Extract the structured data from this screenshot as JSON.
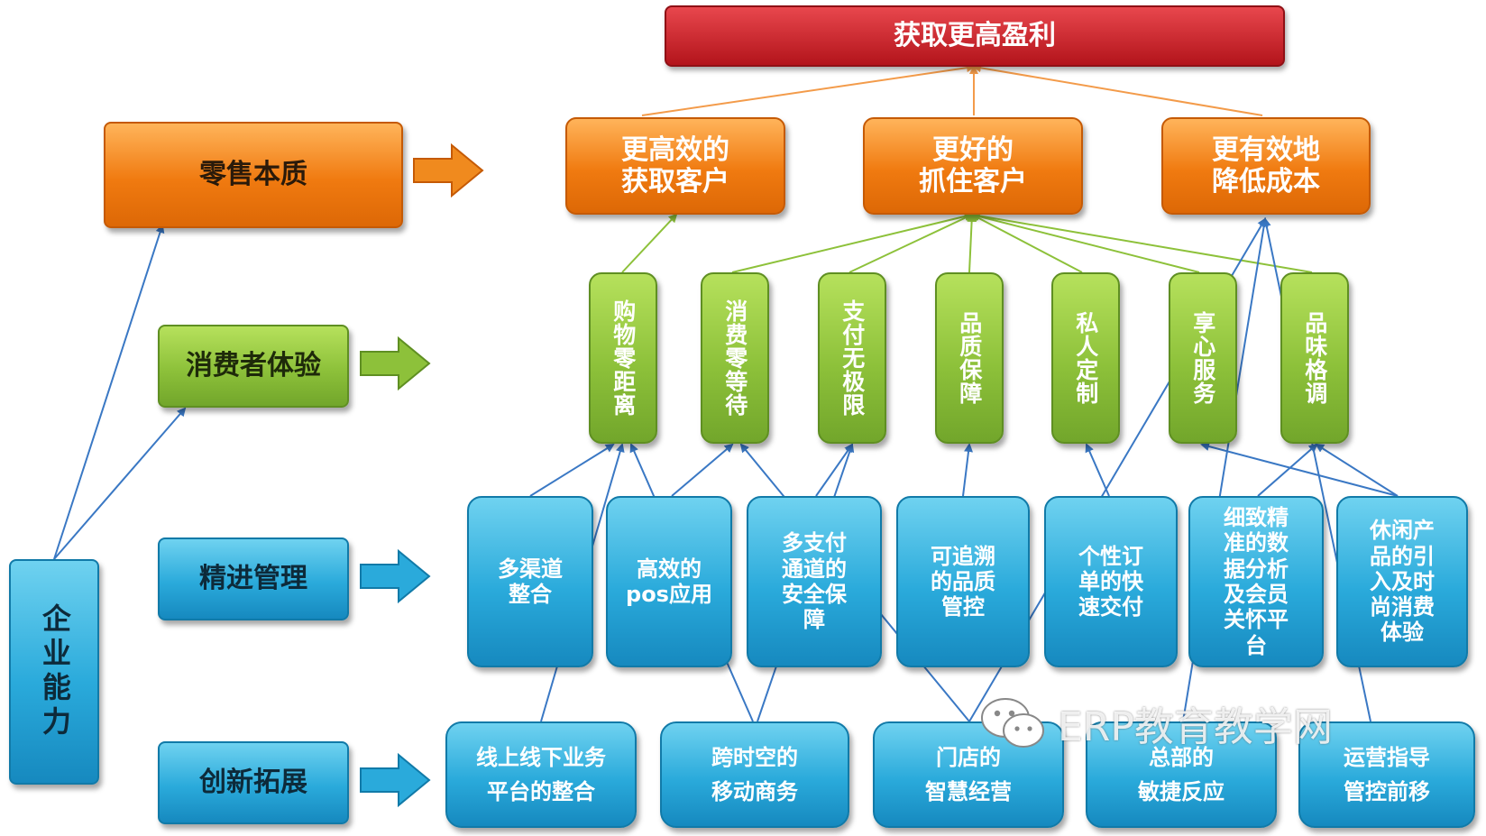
{
  "goal": "获取更高盈利",
  "levels": {
    "retail": "零售本质",
    "consumer": "消费者体验",
    "lean": "精进管理",
    "innovation": "创新拓展",
    "capability": "企业能力"
  },
  "objectives": [
    "更高效的\n获取客户",
    "更好的\n抓住客户",
    "更有效地\n降低成本"
  ],
  "experiences": [
    "购物零距离",
    "消费零等待",
    "支付无极限",
    "品质保障",
    "私人定制",
    "享心服务",
    "品味格调"
  ],
  "management": [
    "多渠道\n整合",
    "高效的\npos应用",
    "多支付\n通道的\n安全保\n障",
    "可追溯\n的品质\n管控",
    "个性订\n单的快\n速交付",
    "细致精\n准的数\n据分析\n及会员\n关怀平\n台",
    "休闲产\n品的引\n入及时\n尚消费\n体验"
  ],
  "innovation": [
    "线上线下业务\n平台的整合",
    "跨时空的\n移动商务",
    "门店的\n智慧经营",
    "总部的\n敏捷反应",
    "运营指导\n管控前移"
  ],
  "watermark": "ERP教育教学网",
  "colors": {
    "red": "#c91e25",
    "orange": "#f07a10",
    "green": "#8dc13a",
    "blue": "#2aaadb",
    "orange_line": "#f39b4a",
    "green_line": "#8dc13a",
    "blue_line": "#3a78c4"
  }
}
